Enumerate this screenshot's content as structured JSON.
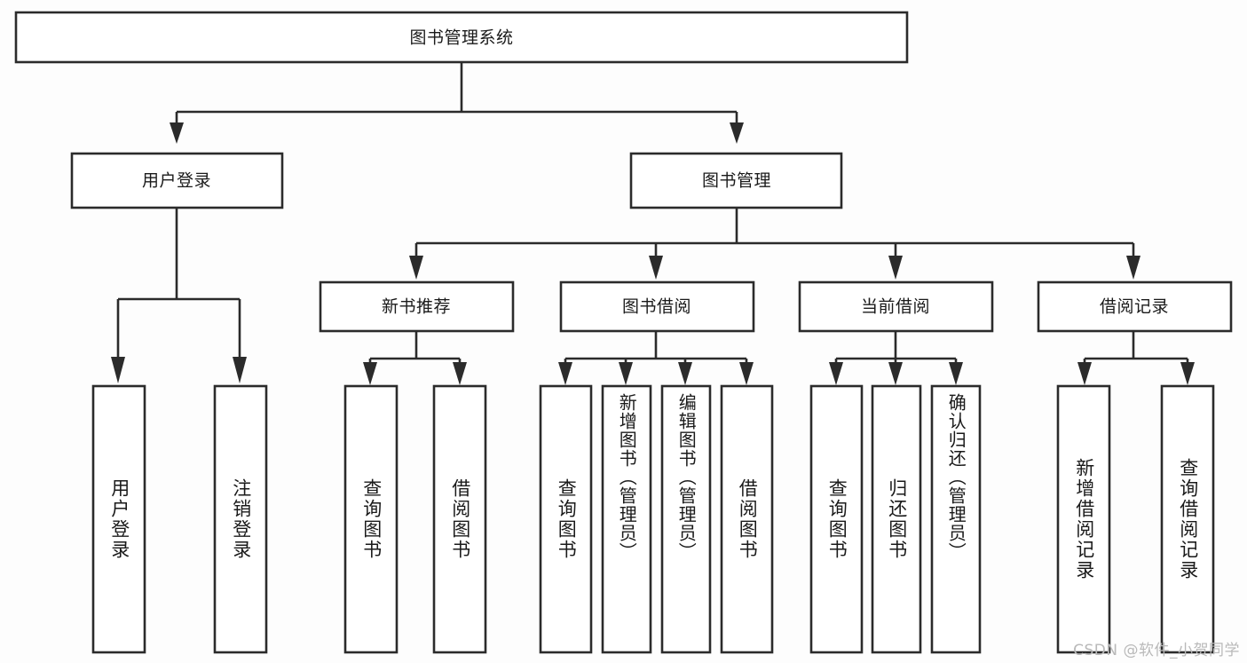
{
  "diagram": {
    "title": "图书管理系统",
    "type": "tree",
    "orientation": "top-down",
    "root": {
      "id": "root",
      "label": "图书管理系统",
      "level": 0,
      "orientation": "horizontal"
    },
    "level1": [
      {
        "id": "user-login",
        "label": "用户登录",
        "orientation": "horizontal"
      },
      {
        "id": "book-management",
        "label": "图书管理",
        "orientation": "horizontal"
      }
    ],
    "level2": [
      {
        "id": "new-book-recommend",
        "label": "新书推荐",
        "parent": "book-management",
        "orientation": "horizontal"
      },
      {
        "id": "book-borrow",
        "label": "图书借阅",
        "parent": "book-management",
        "orientation": "horizontal"
      },
      {
        "id": "current-borrow",
        "label": "当前借阅",
        "parent": "book-management",
        "orientation": "horizontal"
      },
      {
        "id": "borrow-record",
        "label": "借阅记录",
        "parent": "book-management",
        "orientation": "horizontal"
      }
    ],
    "leaves": [
      {
        "id": "leaf-user-login",
        "label": "用户登录",
        "parent": "user-login",
        "orientation": "vertical"
      },
      {
        "id": "leaf-user-logout",
        "label": "注销登录",
        "parent": "user-login",
        "orientation": "vertical"
      },
      {
        "id": "leaf-query-book-1",
        "label": "查询图书",
        "parent": "new-book-recommend",
        "orientation": "vertical"
      },
      {
        "id": "leaf-borrow-book-1",
        "label": "借阅图书",
        "parent": "new-book-recommend",
        "orientation": "vertical"
      },
      {
        "id": "leaf-query-book-2",
        "label": "查询图书",
        "parent": "book-borrow",
        "orientation": "vertical"
      },
      {
        "id": "leaf-add-book",
        "label": "新增图书（管理员）",
        "parent": "book-borrow",
        "orientation": "vertical"
      },
      {
        "id": "leaf-edit-book",
        "label": "编辑图书（管理员）",
        "parent": "book-borrow",
        "orientation": "vertical"
      },
      {
        "id": "leaf-borrow-book-2",
        "label": "借阅图书",
        "parent": "book-borrow",
        "orientation": "vertical"
      },
      {
        "id": "leaf-query-book-3",
        "label": "查询图书",
        "parent": "current-borrow",
        "orientation": "vertical"
      },
      {
        "id": "leaf-return-book",
        "label": "归还图书",
        "parent": "current-borrow",
        "orientation": "vertical"
      },
      {
        "id": "leaf-confirm-return",
        "label": "确认归还（管理员）",
        "parent": "current-borrow",
        "orientation": "vertical"
      },
      {
        "id": "leaf-add-record",
        "label": "新增借阅记录",
        "parent": "borrow-record",
        "orientation": "vertical"
      },
      {
        "id": "leaf-query-record",
        "label": "查询借阅记录",
        "parent": "borrow-record",
        "orientation": "vertical"
      }
    ],
    "watermark": "CSDN @软件_小贺同学",
    "colors": {
      "background": "#fdfdfd",
      "box_fill": "#ffffff",
      "box_stroke": "#2b2b2b",
      "text": "#1a1a1a",
      "watermark": "#b9b9b9"
    }
  }
}
